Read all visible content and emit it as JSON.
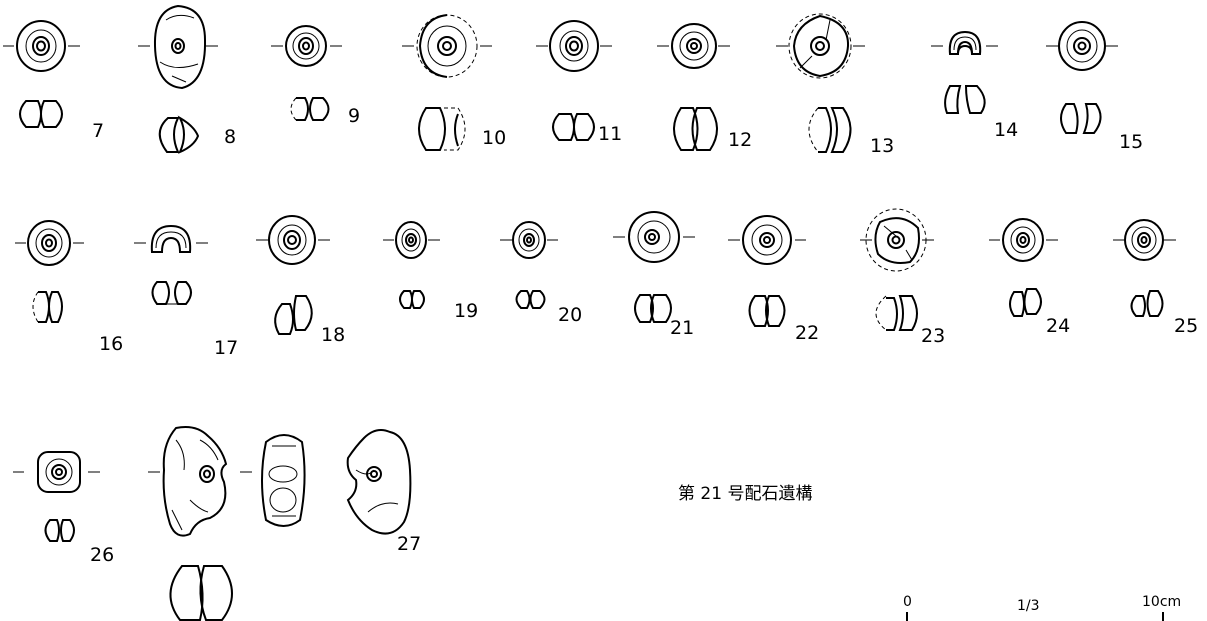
{
  "figure_title": "第 21 号配石遺構",
  "artifact_labels": [
    "7",
    "8",
    "9",
    "10",
    "11",
    "12",
    "13",
    "14",
    "15",
    "16",
    "17",
    "18",
    "19",
    "20",
    "21",
    "22",
    "23",
    "24",
    "25",
    "26",
    "27"
  ],
  "scale_bar": {
    "start_label": "0",
    "ratio_label": "1/3",
    "end_label": "10cm"
  }
}
